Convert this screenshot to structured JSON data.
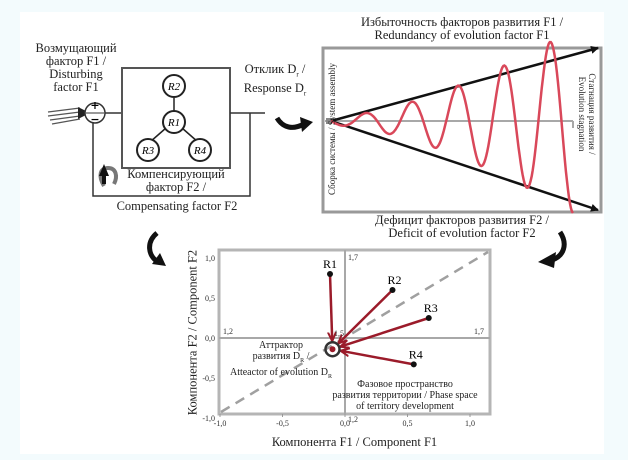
{
  "feedback_loop": {
    "disturbing_factor": [
      "Возмущающий",
      "фактор F1 /",
      "Disturbing",
      "factor F1"
    ],
    "summator_signs": {
      "plus": "+",
      "minus": "−"
    },
    "nodes": [
      "R1",
      "R2",
      "R3",
      "R4"
    ],
    "compensating_factor": [
      "Компенсирующий",
      "фактор F2 /",
      "Compensating factor F2"
    ],
    "response": [
      "Отклик D",
      "r",
      " /",
      "Response D",
      "r"
    ]
  },
  "oscillation_panel": {
    "top_caption": [
      "Избыточность факторов развития F1 /",
      "Redundancy of evolution factor F1"
    ],
    "bottom_caption": [
      "Дефицит факторов развития F2 /",
      "Deficit of evolution factor F2"
    ],
    "left_label": "Сборка системы / System assembly",
    "right_label": [
      "Стагнация развития /",
      "Evolution stagnation"
    ],
    "colors": {
      "wave": "#d9485a",
      "cone": "#111111",
      "axis": "#a8a8a8"
    }
  },
  "phase_space": {
    "y_axis_label": "Компонента F2 / Component F2",
    "x_axis_label": "Компонента F1 / Component F1",
    "x_ticks": [
      "-1,0",
      "-0,5",
      "0,0",
      "0,5",
      "1,0"
    ],
    "y_ticks": [
      "1,0",
      "0,5",
      "0,0",
      "-0,5",
      "-1,0"
    ],
    "corner_labels": {
      "left_axis": "1,2",
      "top_axis": "1,7",
      "right_axis": "1,7",
      "bottom_axis": "1,2",
      "center": "1,5"
    },
    "attractor_label": [
      "Аттрактор",
      "развития D",
      "R",
      " /",
      "Atteactor of evolution D",
      "R"
    ],
    "phase_label": [
      "Фазовое пространство",
      "развития территории / Phase space",
      "of territory development"
    ],
    "colors": {
      "arrow": "#9b1b2a",
      "grid": "#a8a8a8",
      "diagonal": "#a0a0a0"
    }
  },
  "chart_data": {
    "type": "scatter",
    "title": "",
    "xlabel": "Компонента F1 / Component F1",
    "ylabel": "Компонента F2 / Component F2",
    "xlim": [
      -1.1,
      1.1
    ],
    "ylim": [
      -1.1,
      1.1
    ],
    "points": [
      {
        "label": "R1",
        "x": -0.12,
        "y": 0.8
      },
      {
        "label": "R2",
        "x": 0.38,
        "y": 0.6
      },
      {
        "label": "R3",
        "x": 0.67,
        "y": 0.25
      },
      {
        "label": "R4",
        "x": 0.55,
        "y": -0.33
      }
    ],
    "attractor": {
      "label": "D_R",
      "x": -0.1,
      "y": -0.14
    },
    "diagonal": "dashed y=x",
    "grid": false
  }
}
